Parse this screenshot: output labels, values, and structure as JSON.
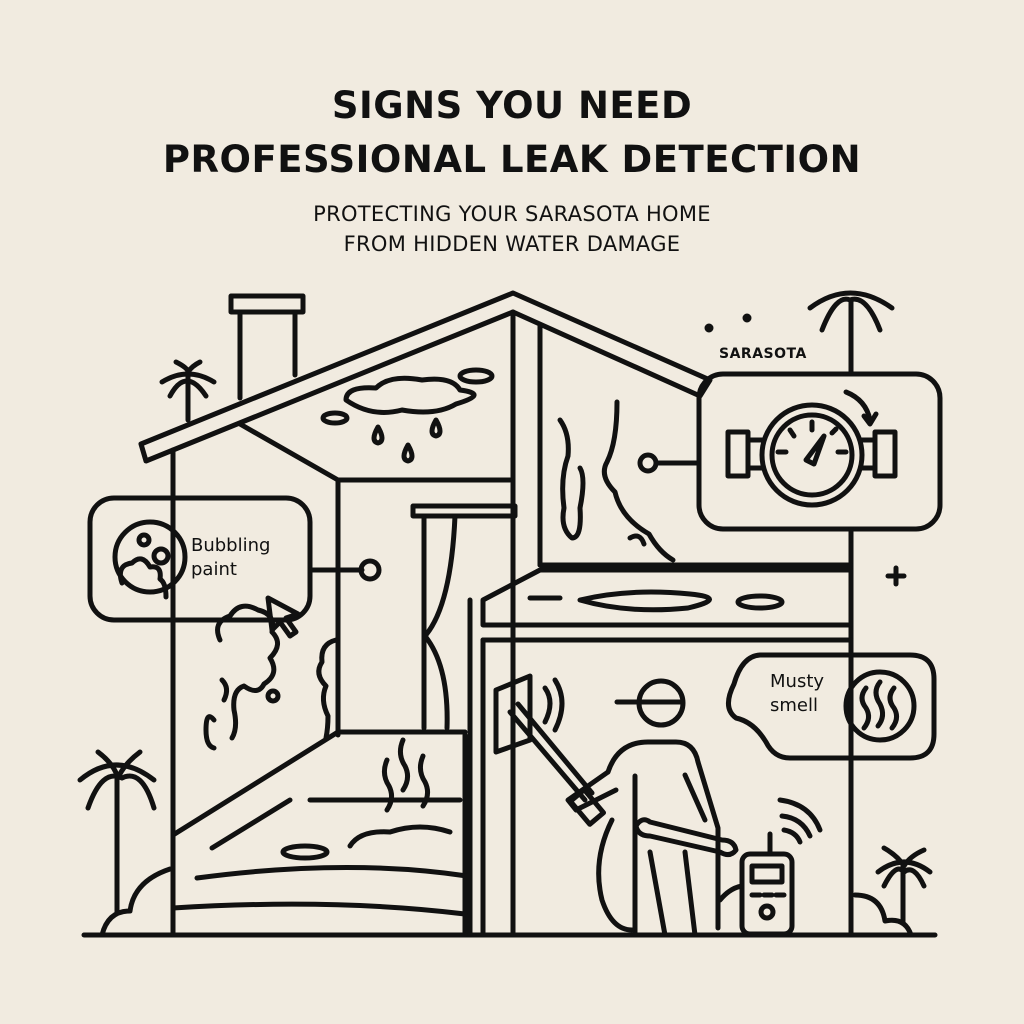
{
  "header": {
    "title_line1": "SIGNS YOU NEED",
    "title_line2": "PROFESSIONAL LEAK DETECTION",
    "subtitle_line1": "PROTECTING YOUR SARASOTA HOME",
    "subtitle_line2": "FROM HIDDEN WATER DAMAGE"
  },
  "callouts": {
    "bubbling_paint": {
      "line1": "Bubbling",
      "line2": "paint",
      "icon": "bubbling-paint-icon"
    },
    "musty_smell": {
      "line1": "Musty",
      "line2": "smell",
      "icon": "steam-icon"
    },
    "water_meter": {
      "icon": "water-meter-icon"
    }
  },
  "location_tag": "SARASOTA",
  "colors": {
    "background": "#f1ebe0",
    "ink": "#111111"
  }
}
